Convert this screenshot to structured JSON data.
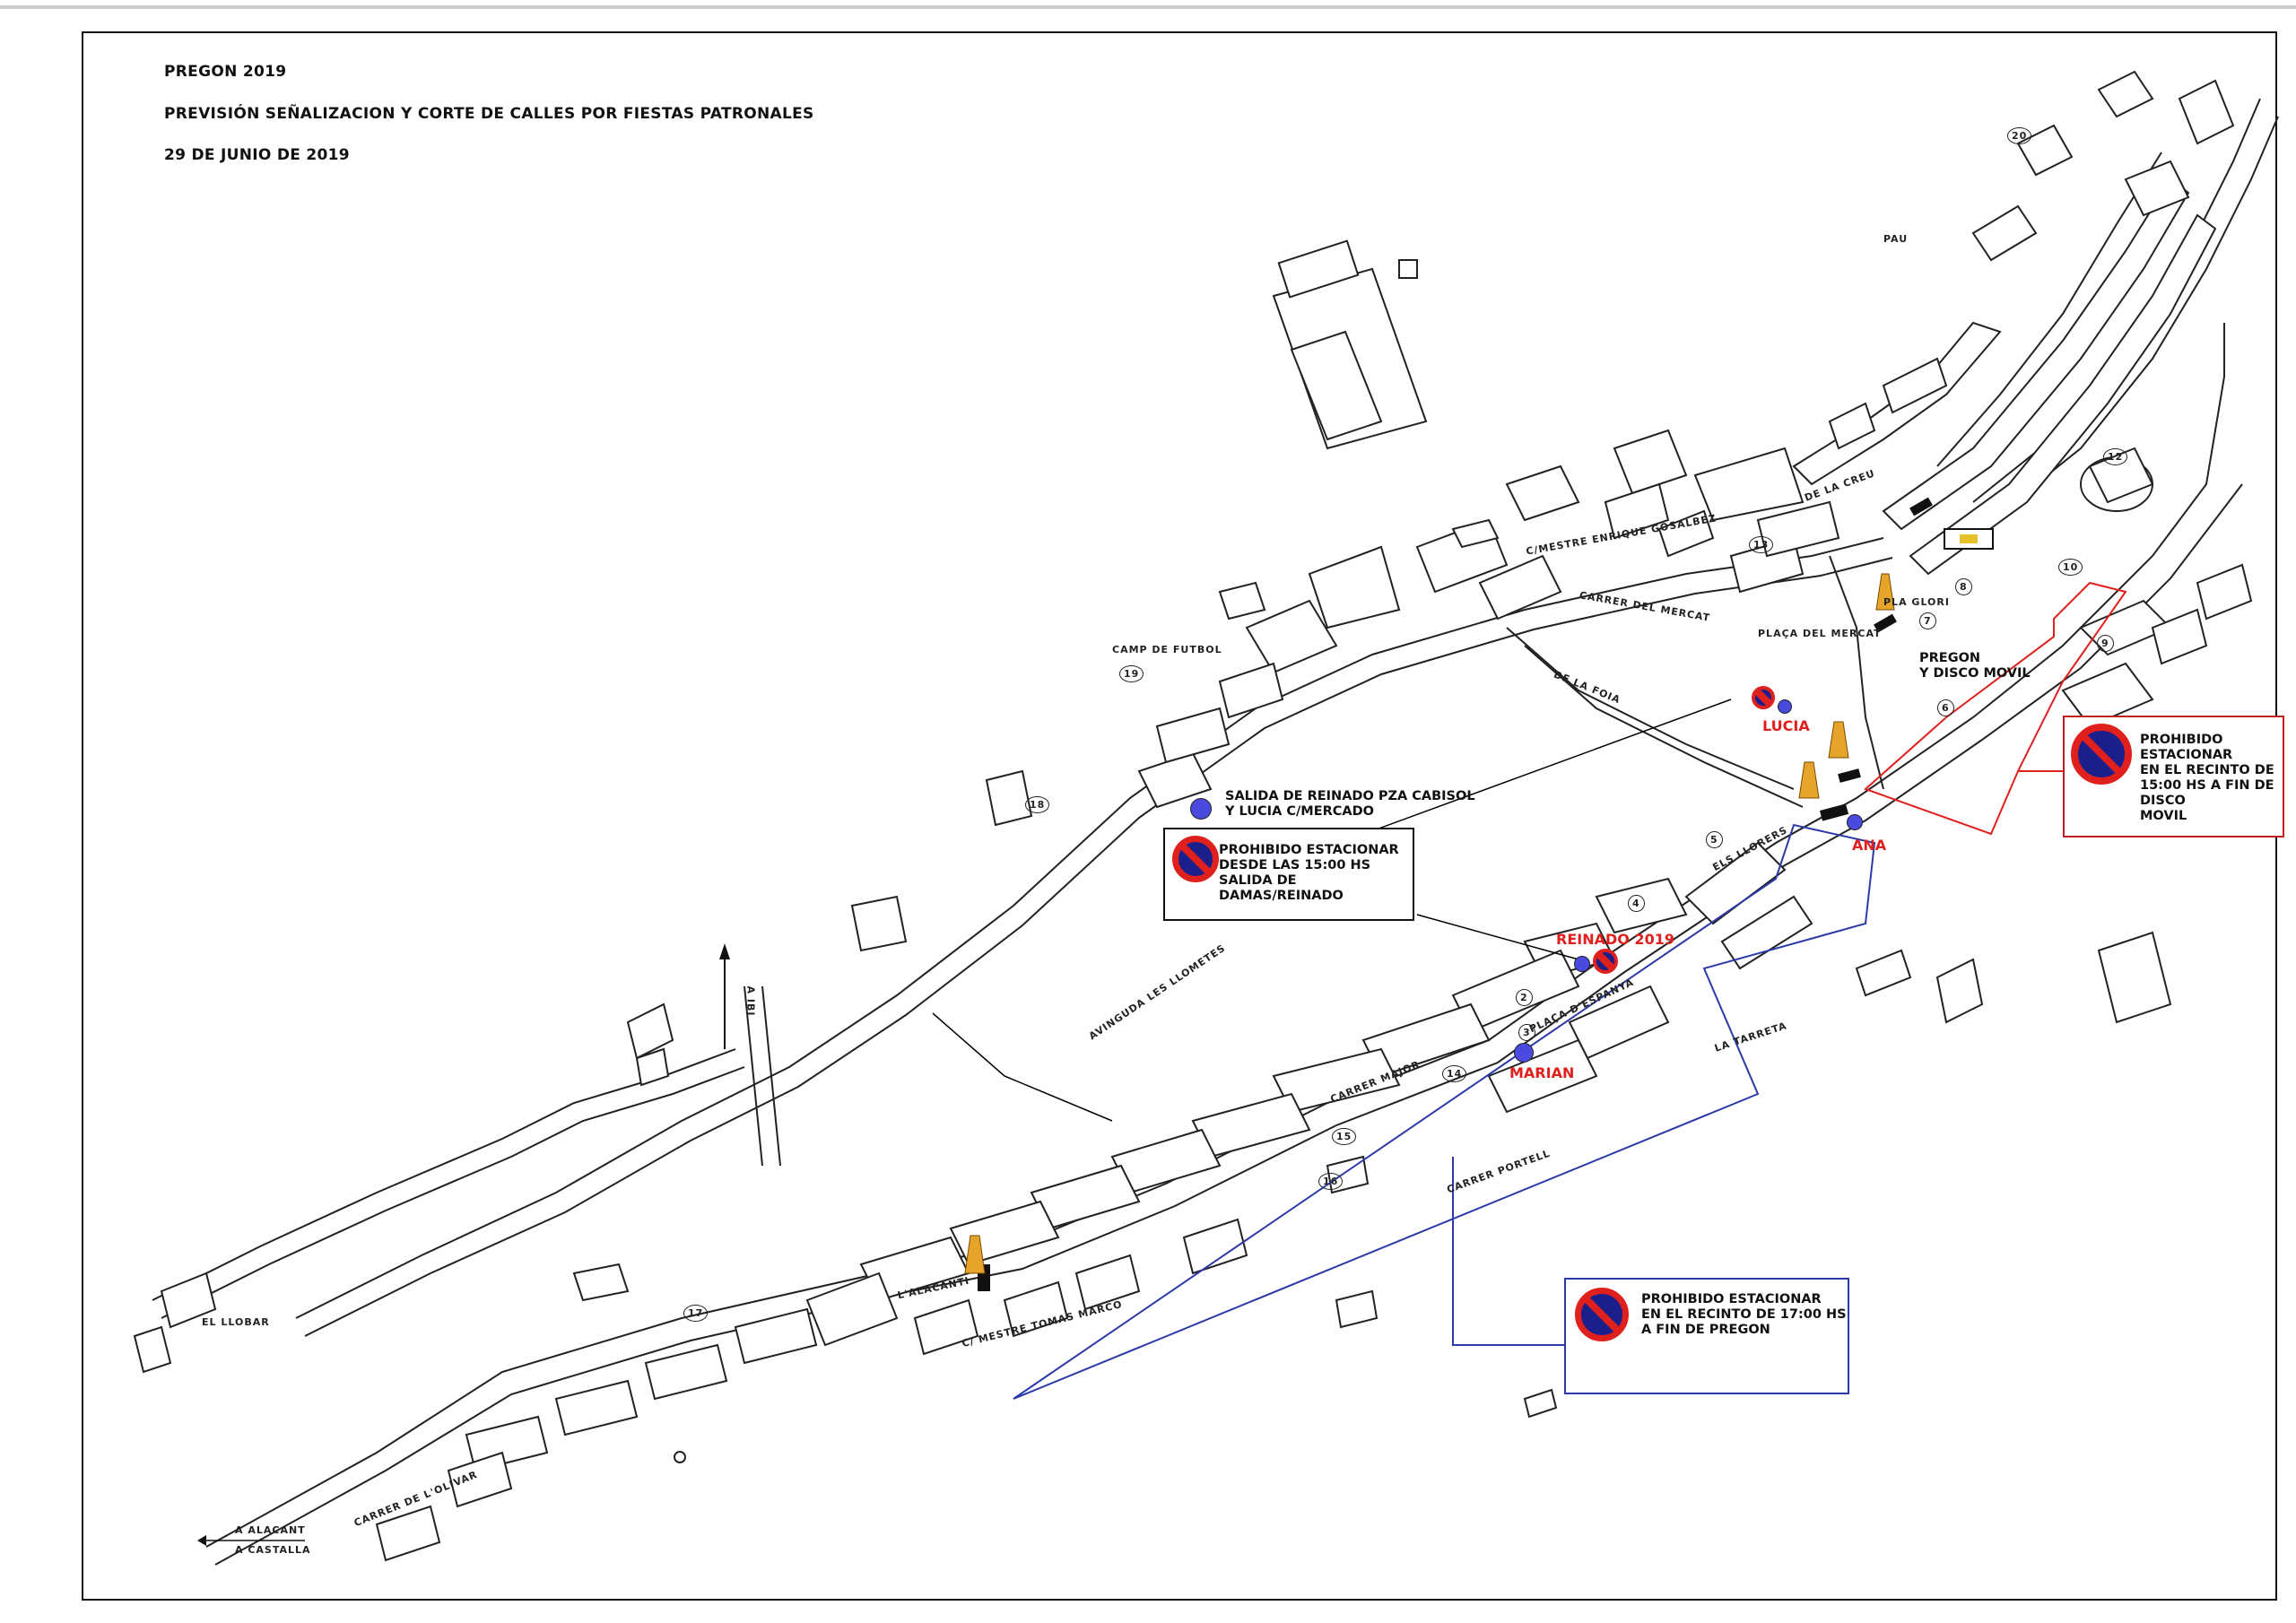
{
  "header": {
    "line1": "PREGON 2019",
    "line2": "PREVISIÓN SEÑALIZACION Y CORTE DE CALLES POR FIESTAS PATRONALES",
    "line3": "29 DE JUNIO DE 2019"
  },
  "annotations": {
    "salida": [
      "SALIDA DE REINADO PZA CABISOL",
      "Y LUCIA C/MERCADO"
    ],
    "pregon": [
      "PREGON",
      "Y DISCO MOVIL"
    ]
  },
  "boxes": {
    "prohibido_damas": [
      "PROHIBIDO ESTACIONAR",
      "DESDE LAS 15:00 HS",
      "SALIDA DE DAMAS/REINADO"
    ],
    "prohibido_disco": [
      "PROHIBIDO",
      "ESTACIONAR",
      "EN EL RECINTO DE",
      "15:00 HS A FIN DE",
      "DISCO",
      "MOVIL"
    ],
    "prohibido_pregon": [
      "PROHIBIDO ESTACIONAR",
      "EN EL RECINTO DE 17:00 HS",
      "A FIN DE PREGON"
    ]
  },
  "names": {
    "lucia": "LUCIA",
    "ana": "ANA",
    "reinado": "REINADO 2019",
    "marian": "MARIAN"
  },
  "streets": {
    "camp_futbol": "CAMP DE FUTBOL",
    "placa_mercat": "PLAÇA DEL MERCAT",
    "placa_espanya": "PLAÇA D'ESPANYA",
    "avinguda_llometes": "AVINGUDA LES LLOMETES",
    "carrer_mercat": "CARRER DEL MERCAT",
    "la_foia": "DE LA FOIA",
    "el_llobar": "EL LLOBAR",
    "carrer_major": "CARRER MAJOR",
    "alacanti": "L'ALACANTI",
    "mestre_tomas": "C/ MESTRE TOMAS MARCO",
    "carrer_olivar": "CARRER DE L'OLIVAR",
    "a_ibi": "A IBI",
    "a_alacant": "A ALACANT",
    "a_castalla": "A CASTALLA",
    "mestre_enrique": "C/MESTRE ENRIQUE GOSALBEZ",
    "la_creu": "DE LA CREU",
    "la_pau": "PAU",
    "la_tarreta": "LA TARRETA",
    "els_llorers": "ELS LLORERS",
    "carrer_portell": "CARRER PORTELL",
    "placa_glori": "PLA GLORI"
  },
  "numbers": [
    "20",
    "12",
    "13",
    "10",
    "7",
    "8",
    "6",
    "19",
    "18",
    "5",
    "4",
    "2",
    "3",
    "14",
    "15",
    "16",
    "17",
    "9"
  ],
  "colors": {
    "red": "#e0201c",
    "blue_zone": "#2b3aa8",
    "sign_blue": "#1a1f8c",
    "marker": "#4a4ae0"
  },
  "icons": [
    "no-parking-icon",
    "traffic-cone-icon",
    "barrier-icon",
    "person-marker-icon",
    "north-arrow-icon"
  ]
}
